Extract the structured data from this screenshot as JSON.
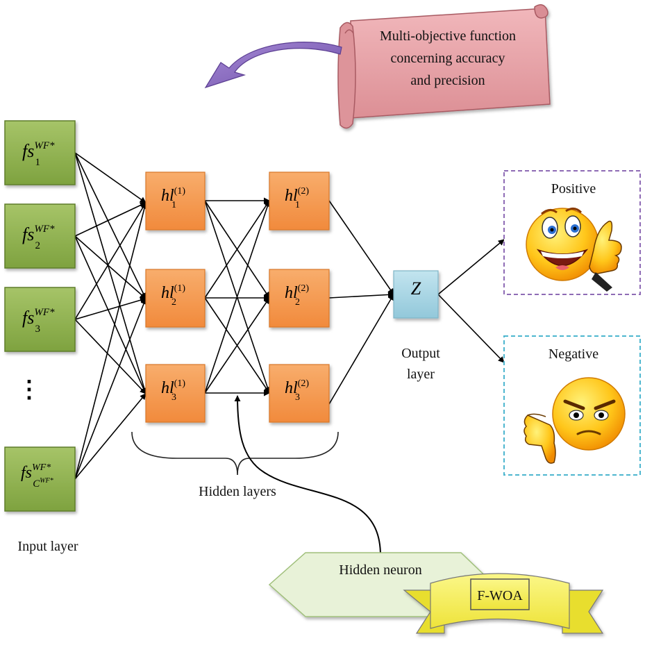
{
  "scroll": {
    "lines": [
      "Multi-objective function",
      "concerning accuracy",
      "and precision"
    ]
  },
  "input": {
    "caption": "Input layer",
    "nodes": [
      {
        "base": "fs",
        "sup": "WF*",
        "sub": "1"
      },
      {
        "base": "fs",
        "sup": "WF*",
        "sub": "2"
      },
      {
        "base": "fs",
        "sup": "WF*",
        "sub": "3"
      },
      {
        "base": "fs",
        "sup": "WF*",
        "sub": "C",
        "subsup": "WF*"
      }
    ],
    "ellipsis": "⋮"
  },
  "hidden": {
    "caption": "Hidden layers",
    "layer1": [
      {
        "base": "hl",
        "sup": "(1)",
        "sub": "1"
      },
      {
        "base": "hl",
        "sup": "(1)",
        "sub": "2"
      },
      {
        "base": "hl",
        "sup": "(1)",
        "sub": "3"
      }
    ],
    "layer2": [
      {
        "base": "hl",
        "sup": "(2)",
        "sub": "1"
      },
      {
        "base": "hl",
        "sup": "(2)",
        "sub": "2"
      },
      {
        "base": "hl",
        "sup": "(2)",
        "sub": "3"
      }
    ]
  },
  "output": {
    "node": "Z",
    "caption_line1": "Output",
    "caption_line2": "layer"
  },
  "results": {
    "positive": "Positive",
    "negative": "Negative"
  },
  "optimizer": {
    "hidden_neuron": "Hidden neuron",
    "algorithm": "F-WOA"
  },
  "colors": {
    "input_fill": "#8db04e",
    "hidden_fill": "#f59a52",
    "output_fill": "#a9d6e5",
    "scroll_fill": "#e8a3a8",
    "arrow_purple": "#8b6bc0",
    "positive_border": "#8e6bb5",
    "negative_border": "#4db6cf",
    "banner_fill": "#f7f25a",
    "hexagon_fill": "#e8f2d8"
  }
}
